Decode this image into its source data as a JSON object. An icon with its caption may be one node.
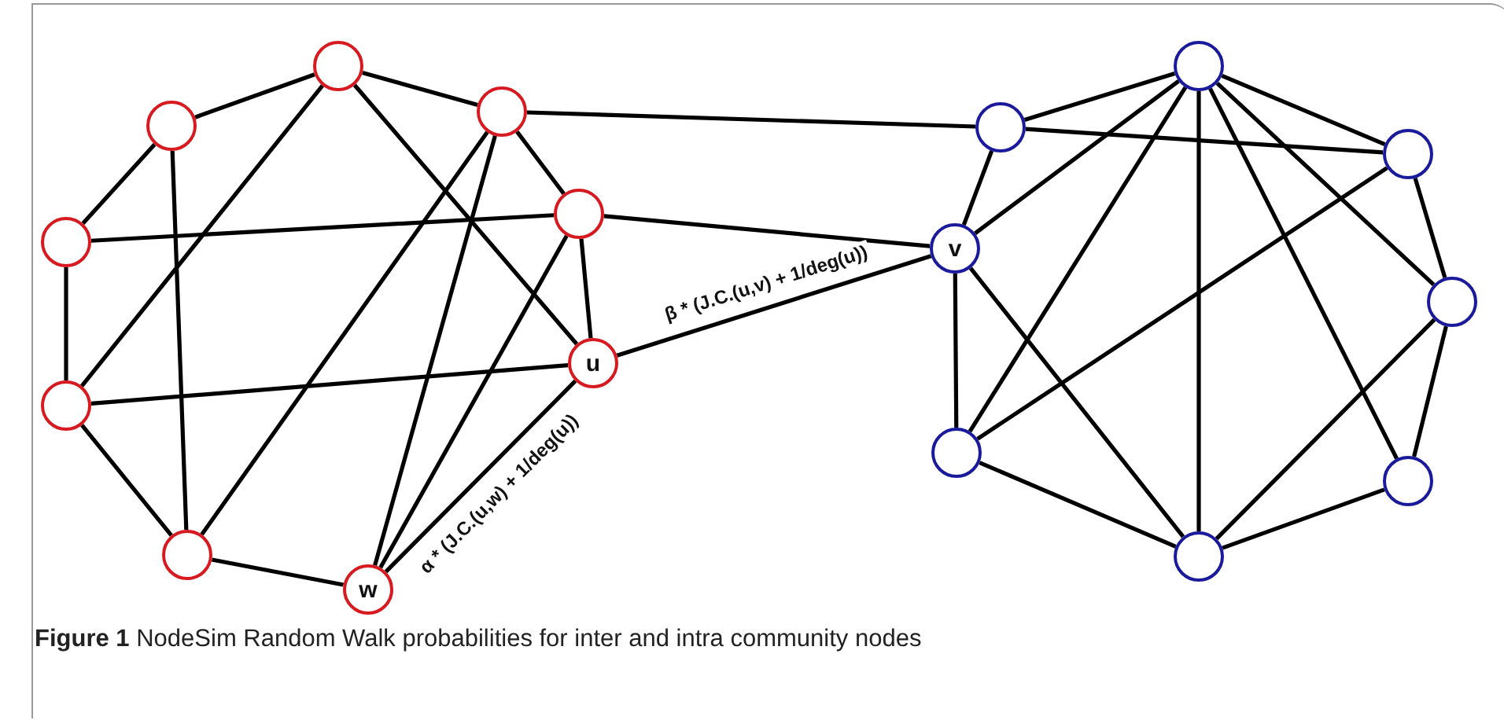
{
  "diagram": {
    "caption": "**Figure 1**  NodeSim Random Walk probabilities for inter and intra community nodes",
    "nodes": [
      {
        "text": [],
        "shape": "circle"
      },
      {
        "text": [],
        "shape": "circle"
      },
      {
        "text": [],
        "shape": "circle"
      },
      {
        "text": [],
        "shape": "circle"
      },
      {
        "text": [],
        "shape": "circle"
      },
      {
        "text": [],
        "shape": "circle"
      },
      {
        "text": [
          "u"
        ]
      },
      {
        "text": [],
        "shape": "circle"
      },
      {
        "text": [
          "w"
        ]
      },
      {
        "text": [],
        "shape": "circle"
      },
      {
        "text": [],
        "shape": "circle"
      },
      {
        "text": [],
        "shape": "circle"
      },
      {
        "text": [
          "v"
        ]
      },
      {
        "text": [],
        "shape": "circle"
      },
      {
        "text": [],
        "shape": "circle"
      },
      {
        "text": [],
        "shape": "circle"
      },
      {
        "text": [],
        "shape": "circle"
      }
    ],
    "edges": [
      {
        "from": 0,
        "to": 1,
        "arrow": "none"
      },
      {
        "from": 0,
        "to": 2,
        "arrow": "none"
      },
      {
        "from": 0,
        "to": 5,
        "arrow": "none"
      },
      {
        "from": 0,
        "to": 6,
        "arrow": "none"
      },
      {
        "from": 1,
        "to": 4,
        "arrow": "none"
      },
      {
        "from": 1,
        "to": 7,
        "arrow": "none"
      },
      {
        "from": 2,
        "to": 3,
        "arrow": "none"
      },
      {
        "from": 2,
        "to": 7,
        "arrow": "none"
      },
      {
        "from": 2,
        "to": 8,
        "arrow": "none"
      },
      {
        "from": 3,
        "to": 4,
        "arrow": "none"
      },
      {
        "from": 3,
        "to": 6,
        "arrow": "none"
      },
      {
        "from": 3,
        "to": 8,
        "arrow": "none"
      },
      {
        "from": 4,
        "to": 5,
        "arrow": "none"
      },
      {
        "from": 5,
        "to": 6,
        "arrow": "none"
      },
      {
        "from": 5,
        "to": 7,
        "arrow": "none"
      },
      {
        "from": 7,
        "to": 8,
        "arrow": "none"
      },
      {
        "from": 6,
        "to": 8,
        "arrow": "none",
        "label": "α * (J.C.(u,w) + 1/deg(u))"
      },
      {
        "from": 2,
        "to": 10,
        "arrow": "none"
      },
      {
        "from": 3,
        "to": 12,
        "arrow": "none"
      },
      {
        "from": 6,
        "to": 12,
        "arrow": "none",
        "label": "β * (J.C.(u,v) + 1/deg(u))"
      },
      {
        "from": 9,
        "to": 10,
        "arrow": "none"
      },
      {
        "from": 9,
        "to": 11,
        "arrow": "none"
      },
      {
        "from": 9,
        "to": 12,
        "arrow": "none"
      },
      {
        "from": 9,
        "to": 14,
        "arrow": "none"
      },
      {
        "from": 9,
        "to": 16,
        "arrow": "none"
      },
      {
        "from": 9,
        "to": 15,
        "arrow": "none"
      },
      {
        "from": 9,
        "to": 13,
        "arrow": "none"
      },
      {
        "from": 10,
        "to": 11,
        "arrow": "none"
      },
      {
        "from": 10,
        "to": 12,
        "arrow": "none"
      },
      {
        "from": 11,
        "to": 13,
        "arrow": "none"
      },
      {
        "from": 11,
        "to": 14,
        "arrow": "none"
      },
      {
        "from": 12,
        "to": 14,
        "arrow": "none"
      },
      {
        "from": 12,
        "to": 16,
        "arrow": "none"
      },
      {
        "from": 13,
        "to": 15,
        "arrow": "none"
      },
      {
        "from": 13,
        "to": 16,
        "arrow": "none"
      },
      {
        "from": 14,
        "to": 16,
        "arrow": "none"
      },
      {
        "from": 15,
        "to": 16,
        "arrow": "none"
      }
    ]
  }
}
